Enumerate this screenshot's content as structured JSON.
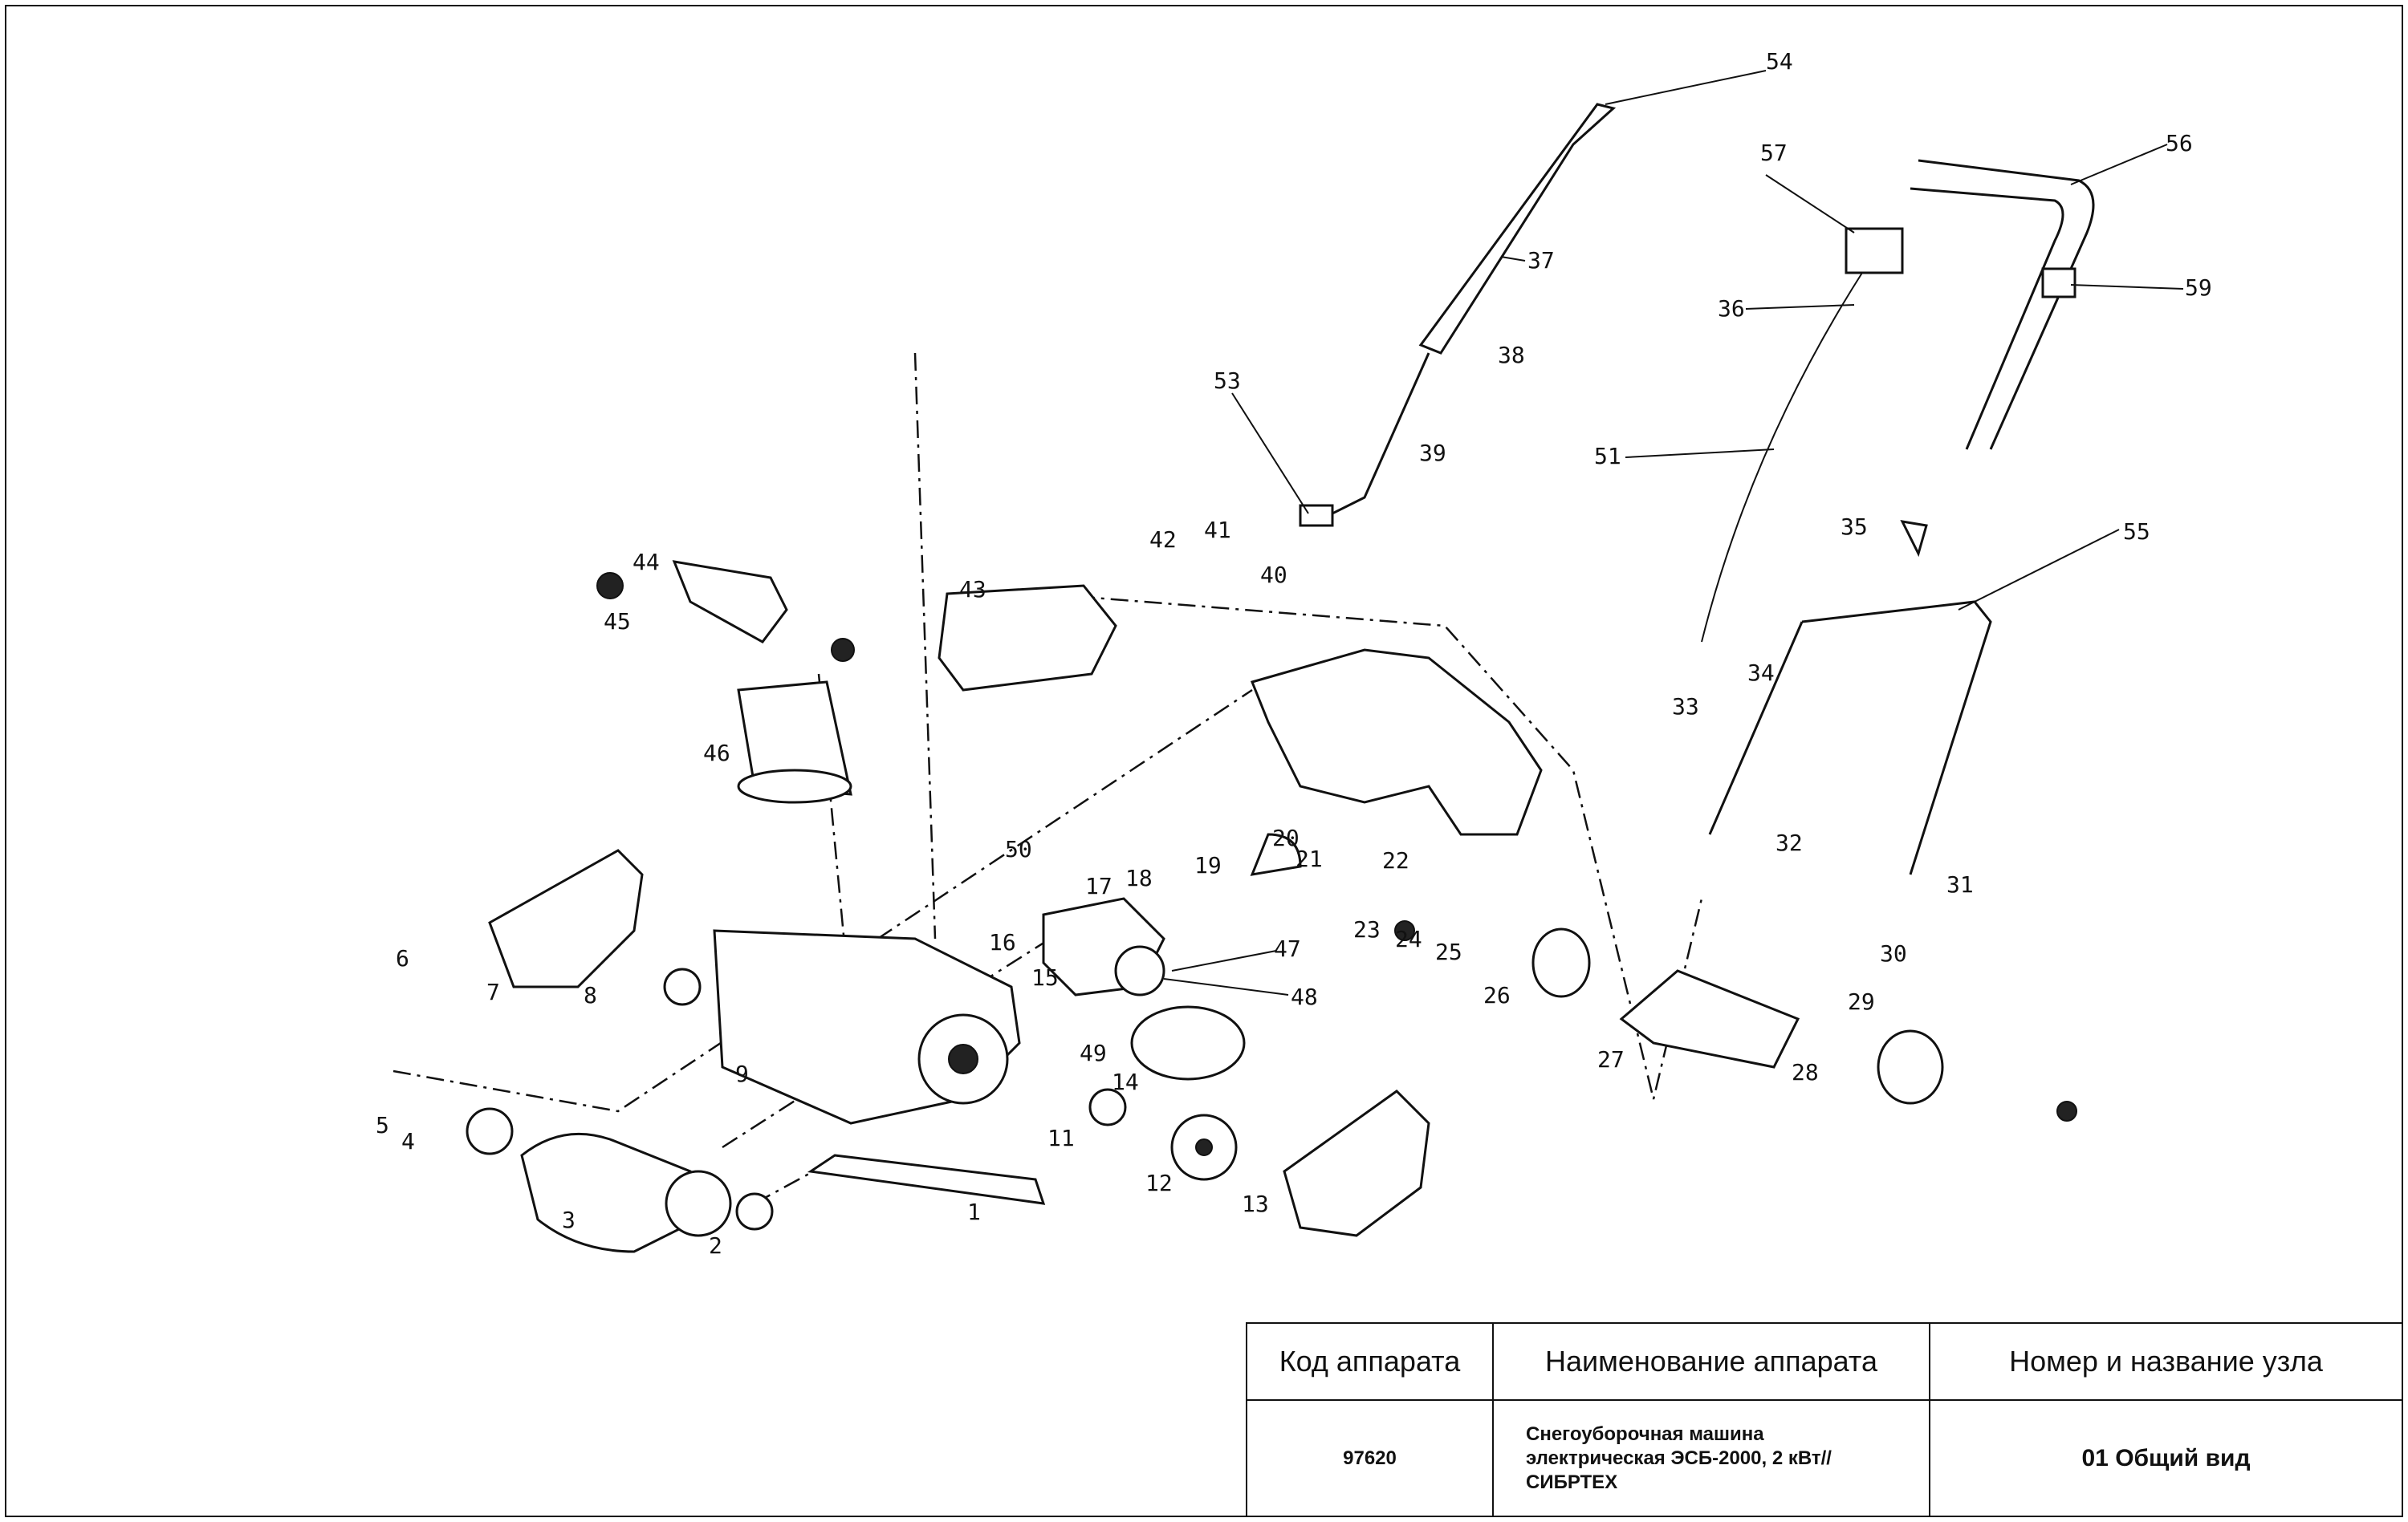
{
  "diagram": {
    "part_numbers": [
      "1",
      "2",
      "3",
      "4",
      "5",
      "6",
      "7",
      "8",
      "9",
      "11",
      "12",
      "13",
      "14",
      "15",
      "16",
      "17",
      "18",
      "19",
      "20",
      "21",
      "22",
      "23",
      "24",
      "25",
      "26",
      "27",
      "28",
      "29",
      "30",
      "31",
      "32",
      "33",
      "34",
      "35",
      "36",
      "37",
      "38",
      "39",
      "40",
      "41",
      "42",
      "43",
      "44",
      "45",
      "46",
      "47",
      "48",
      "49",
      "50",
      "51",
      "53",
      "54",
      "55",
      "56",
      "57",
      "59"
    ]
  },
  "title_block": {
    "headers": {
      "code": "Код аппарата",
      "name": "Наименование аппарата",
      "node": "Номер и название узла"
    },
    "values": {
      "code": "97620",
      "name_line1": "Снегоуборочная машина",
      "name_line2": "электрическая  ЭСБ-2000, 2 кВт//",
      "name_line3": "СИБРТЕХ",
      "node": "01 Общий вид"
    }
  }
}
